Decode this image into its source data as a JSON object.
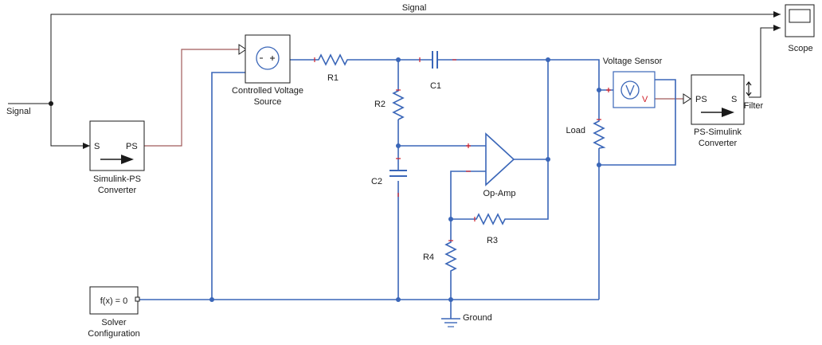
{
  "colors": {
    "physical_line": "#3a66b8",
    "signal_line": "#1a1a1a",
    "ps_signal_line": "#a05a5a",
    "terminal_mark": "#d0202a",
    "block_border": "#1a1a1a"
  },
  "signals": {
    "top_signal": "Signal",
    "input_signal": "Signal"
  },
  "blocks": {
    "simulink_ps": {
      "port_in": "S",
      "port_out": "PS",
      "name_line1": "Simulink-PS",
      "name_line2": "Converter"
    },
    "controlled_voltage_source": {
      "name_line1": "Controlled Voltage",
      "name_line2": "Source",
      "icon": "voltage-source-icon"
    },
    "resistor_r1": {
      "name": "R1"
    },
    "capacitor_c1": {
      "name": "C1"
    },
    "resistor_r2": {
      "name": "R2"
    },
    "capacitor_c2": {
      "name": "C2"
    },
    "op_amp": {
      "name": "Op-Amp",
      "plus": "+",
      "minus": "−"
    },
    "resistor_r3": {
      "name": "R3"
    },
    "resistor_r4": {
      "name": "R4"
    },
    "load": {
      "name": "Load"
    },
    "voltage_sensor": {
      "name": "Voltage Sensor",
      "port_v": "V",
      "icon": "voltmeter-icon"
    },
    "ps_simulink": {
      "port_in": "PS",
      "port_out": "S",
      "name_line1": "PS-Simulink",
      "name_line2": "Converter"
    },
    "filter": {
      "name": "Filter",
      "icon": "up-down-arrow-icon"
    },
    "scope": {
      "name": "Scope",
      "icon": "scope-screen-icon"
    },
    "solver": {
      "text": "f(x) = 0",
      "name_line1": "Solver",
      "name_line2": "Configuration"
    },
    "ground": {
      "name": "Ground",
      "icon": "ground-icon"
    }
  }
}
